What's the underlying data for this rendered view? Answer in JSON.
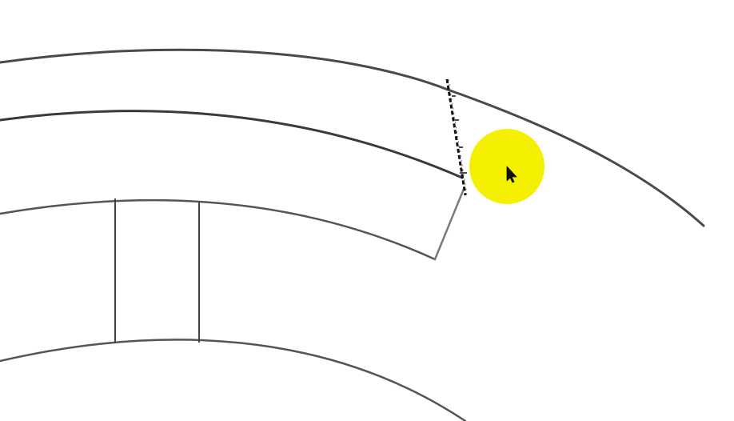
{
  "canvas": {
    "background_color": "#ffffff"
  },
  "drawing": {
    "entity_types": [
      "arc",
      "arc",
      "arc",
      "arc",
      "line",
      "line",
      "line",
      "dashed-line"
    ],
    "line_color": "#333333",
    "selection_color": "#111111"
  },
  "cursor": {
    "icon": "arrow-pointer-icon",
    "color": "#111111",
    "highlight_color": "#f5f000"
  }
}
